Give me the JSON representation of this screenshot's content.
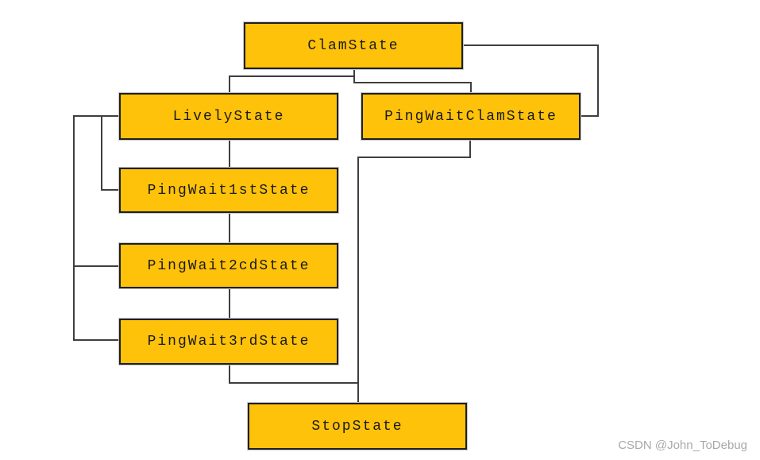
{
  "diagram": {
    "nodes": [
      {
        "id": "clam",
        "label": "ClamState"
      },
      {
        "id": "lively",
        "label": "LivelyState"
      },
      {
        "id": "ping-wait-clam",
        "label": "PingWaitClamState"
      },
      {
        "id": "ping-wait-1st",
        "label": "PingWait1stState"
      },
      {
        "id": "ping-wait-2cd",
        "label": "PingWait2cdState"
      },
      {
        "id": "ping-wait-3rd",
        "label": "PingWait3rdState"
      },
      {
        "id": "stop",
        "label": "StopState"
      }
    ],
    "edges": [
      {
        "from": "ClamState",
        "to": "LivelyState",
        "route": "bottom-to-top"
      },
      {
        "from": "ClamState",
        "to": "PingWaitClamState",
        "route": "bottom-to-top"
      },
      {
        "from": "ClamState",
        "to": "PingWaitClamState",
        "route": "right-to-right"
      },
      {
        "from": "LivelyState",
        "to": "PingWait1stState",
        "route": "left-bus"
      },
      {
        "from": "LivelyState",
        "to": "PingWait2cdState",
        "route": "left-bus"
      },
      {
        "from": "LivelyState",
        "to": "PingWait3rdState",
        "route": "left-bus"
      },
      {
        "from": "LivelyState",
        "to": "PingWait1stState",
        "route": "center-vertical"
      },
      {
        "from": "PingWait1stState",
        "to": "PingWait2cdState",
        "route": "center-vertical"
      },
      {
        "from": "PingWait2cdState",
        "to": "PingWait3rdState",
        "route": "center-vertical"
      },
      {
        "from": "PingWaitClamState",
        "to": "StopState",
        "route": "bottom-to-top"
      },
      {
        "from": "PingWait3rdState",
        "to": "StopState",
        "route": "bottom-to-top"
      }
    ],
    "colors": {
      "node_fill": "#ffc20a",
      "node_border": "#1f1f1f",
      "connector": "#3f3f3f"
    }
  },
  "watermark": {
    "text": "CSDN @John_ToDebug",
    "color": "#a9a9a9"
  }
}
